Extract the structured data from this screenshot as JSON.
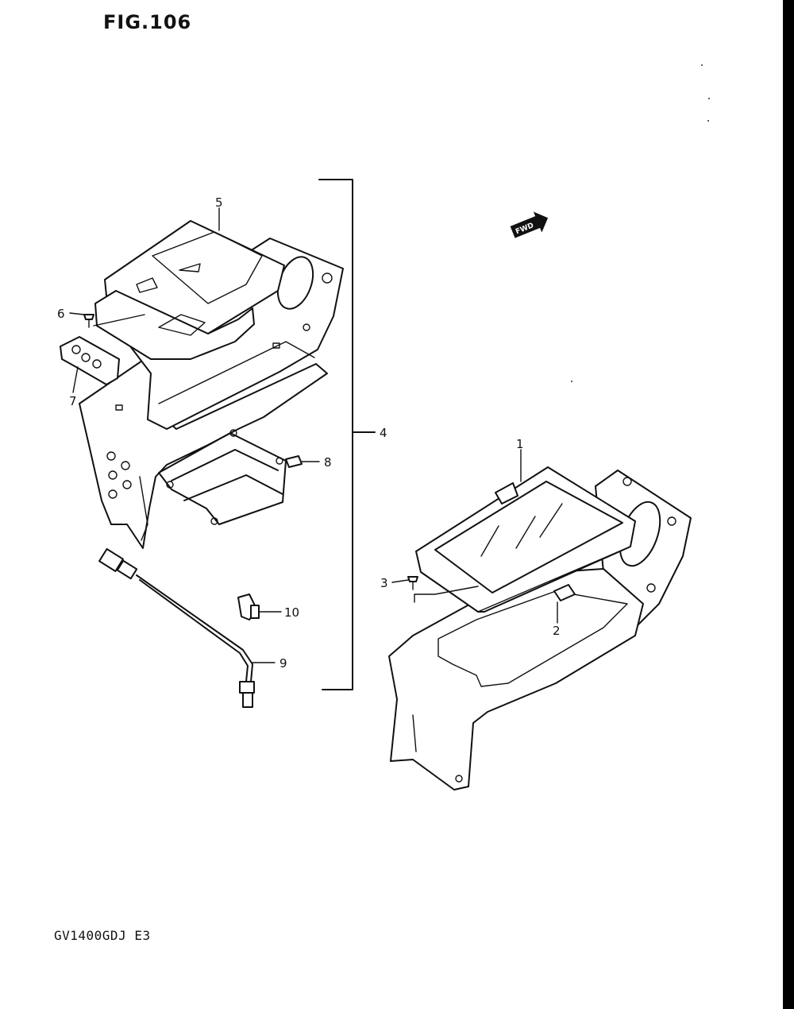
{
  "figure_title": "FIG.106",
  "model_code": "GV1400GDJ E3",
  "direction_label": "FWD",
  "callouts": [
    "1",
    "2",
    "3",
    "4",
    "5",
    "6",
    "7",
    "8",
    "9",
    "10"
  ]
}
